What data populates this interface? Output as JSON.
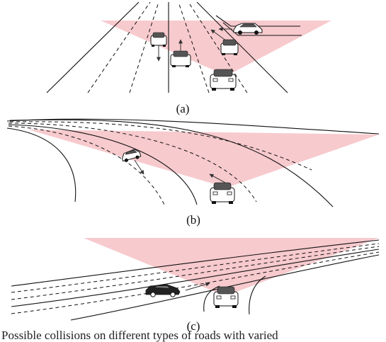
{
  "panels": [
    {
      "id": "a",
      "label": "(a)"
    },
    {
      "id": "b",
      "label": "(b)"
    },
    {
      "id": "c",
      "label": "(c)"
    }
  ],
  "colors": {
    "fov_fill": "#f4b8bd",
    "line": "#111111",
    "arrow": "#333333"
  },
  "icons": {
    "ego_vehicle": "car-front-icon",
    "other_vehicle": "car-icon",
    "motion": "arrow-icon"
  },
  "caption_fragment": "Possible collisions on different types of roads with varied"
}
